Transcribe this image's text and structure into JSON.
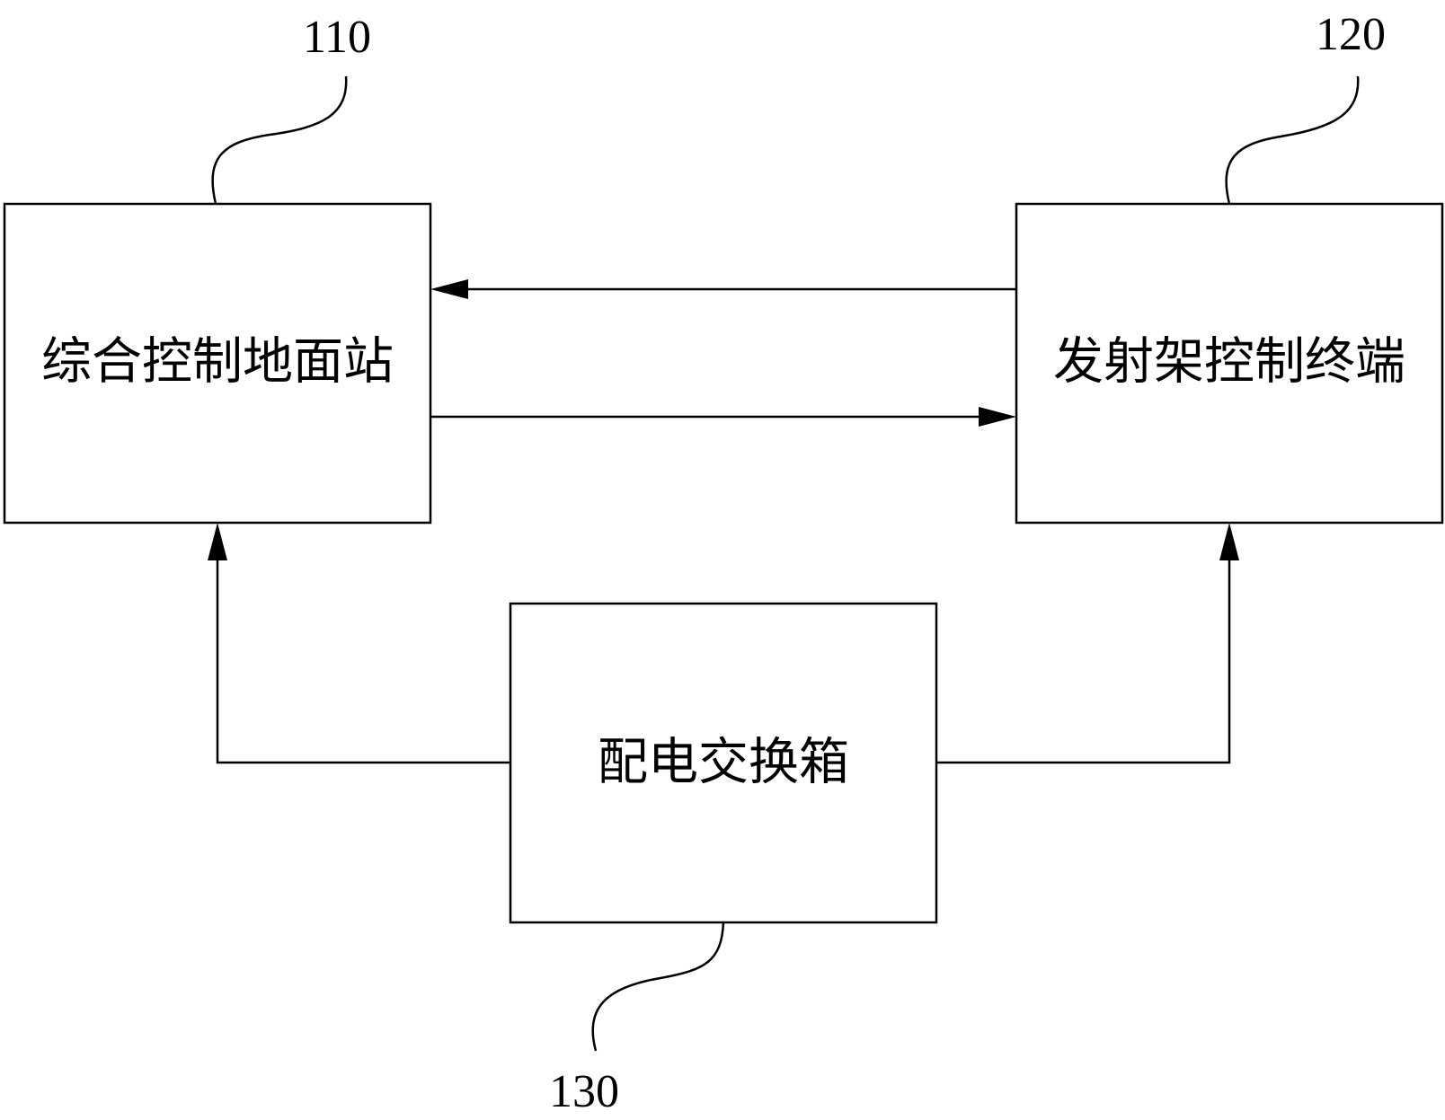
{
  "nodes": {
    "ground_station": {
      "ref": "110",
      "label": "综合控制地面站"
    },
    "launcher_terminal": {
      "ref": "120",
      "label": "发射架控制终端"
    },
    "power_box": {
      "ref": "130",
      "label": "配电交换箱"
    }
  },
  "colors": {
    "stroke": "#000000",
    "background": "#ffffff"
  }
}
